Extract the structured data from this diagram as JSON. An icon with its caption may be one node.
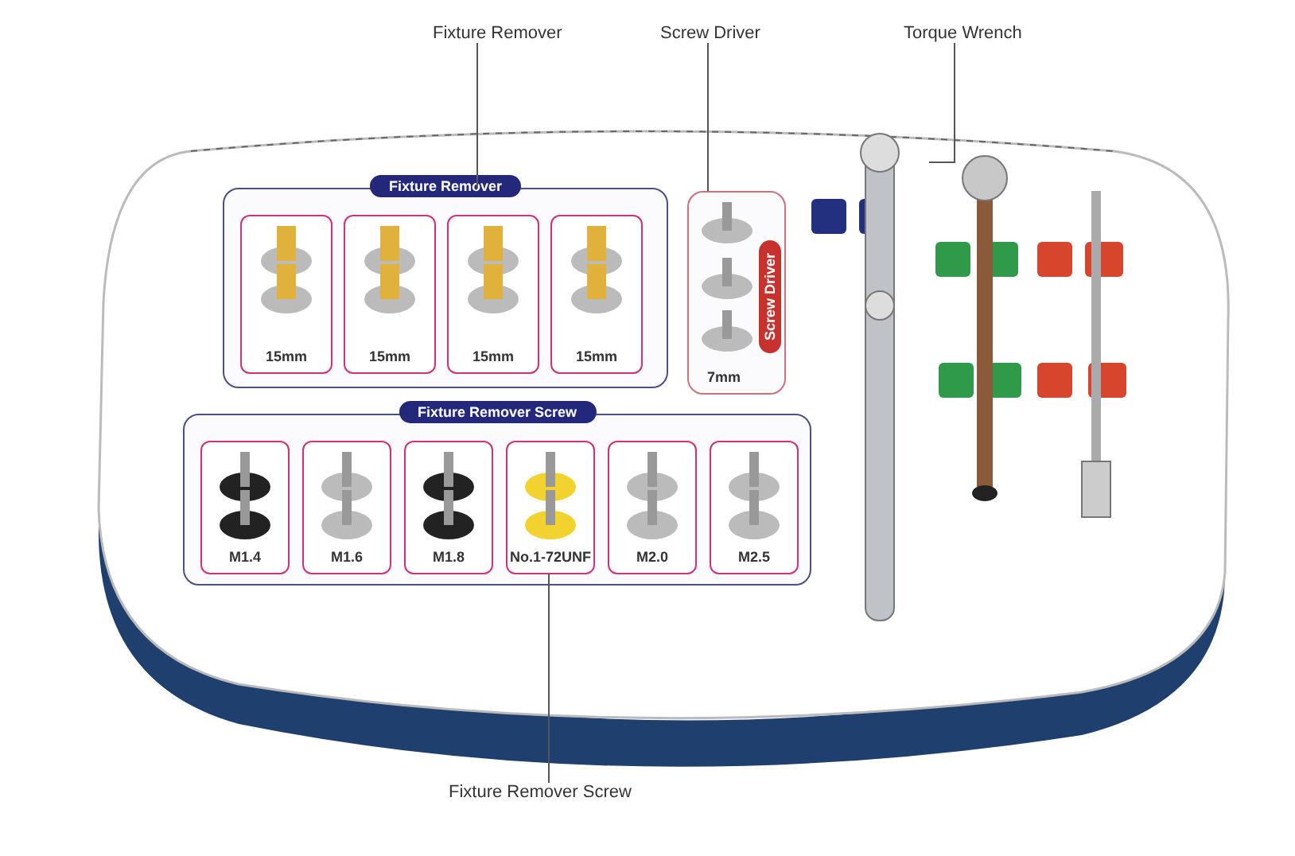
{
  "diagram": {
    "nodes": [
      {
        "text": [
          "Fixture Remover"
        ]
      },
      {
        "text": [
          "Screw Driver"
        ]
      },
      {
        "text": [
          "Torque Wrench"
        ]
      },
      {
        "text": [
          "Fixture Remover Screw"
        ]
      },
      {
        "text": [
          "Fixture Remover"
        ]
      },
      {
        "text": [
          "15mm"
        ],
        "in": 4
      },
      {
        "text": [
          "15mm"
        ],
        "in": 4
      },
      {
        "text": [
          "15mm"
        ],
        "in": 4
      },
      {
        "text": [
          "15mm"
        ],
        "in": 4
      },
      {
        "text": [
          "Screw Driver",
          "7mm"
        ]
      },
      {
        "text": [
          "Fixture Remover Screw"
        ]
      },
      {
        "text": [
          "M1.4"
        ],
        "in": 10
      },
      {
        "text": [
          "M1.6"
        ],
        "in": 10
      },
      {
        "text": [
          "M1.8"
        ],
        "in": 10
      },
      {
        "text": [
          "No.1-72UNF"
        ],
        "in": 10
      },
      {
        "text": [
          "M2.0"
        ],
        "in": 10
      },
      {
        "text": [
          "M2.5"
        ],
        "in": 10
      },
      {
        "text": [],
        "shape": "picture"
      }
    ],
    "edges": [
      {
        "from": 0,
        "to": 4,
        "arrow": "none"
      },
      {
        "from": 1,
        "to": 9,
        "arrow": "none"
      },
      {
        "from": 2,
        "to": 17,
        "arrow": "none"
      },
      {
        "from": 3,
        "to": 14,
        "arrow": "none"
      }
    ]
  }
}
